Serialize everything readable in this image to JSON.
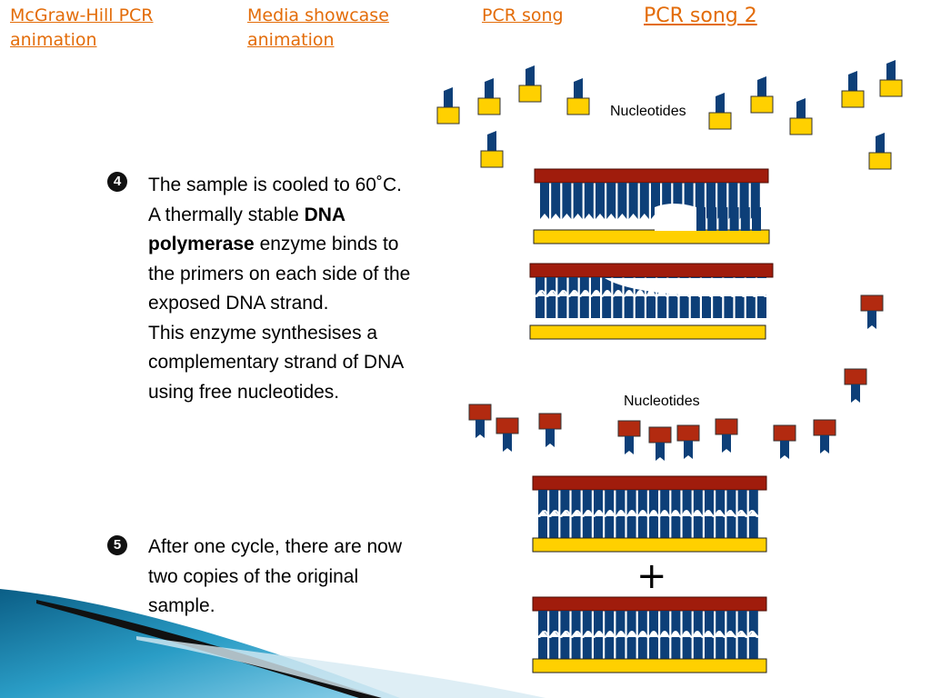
{
  "links": [
    {
      "label": "McGraw-Hill PCR animation",
      "line1": "McGraw-Hill PCR",
      "line2": "animation"
    },
    {
      "label": "Media showcase animation",
      "line1": "Media showcase",
      "line2": "animation"
    },
    {
      "label": "PCR song"
    },
    {
      "label": "PCR song 2"
    }
  ],
  "step4": {
    "number": "4",
    "line1": "The sample is cooled to 60˚C.",
    "line2_pre": "A thermally stable ",
    "line2_bold": "DNA",
    "line3_bold": "polymerase",
    "line3_post": " enzyme binds to",
    "line4": "the primers on each side of the",
    "line5": "exposed DNA strand.",
    "line6": "This enzyme synthesises a",
    "line7": "complementary strand of DNA",
    "line8": "using free nucleotides."
  },
  "step5": {
    "number": "5",
    "line1": "After one cycle, there are now",
    "line2": "two copies of the original",
    "line3": "sample."
  },
  "labels": {
    "nucleotides_top": "Nucleotides",
    "nucleotides_bottom": "Nucleotides",
    "plus": "+"
  },
  "colors": {
    "link": "#e36c09",
    "primer_red": "#a01c0c",
    "strand_yellow": "#ffd000",
    "base_blue": "#0d3f78",
    "nucleotide_red": "#b22a10"
  }
}
